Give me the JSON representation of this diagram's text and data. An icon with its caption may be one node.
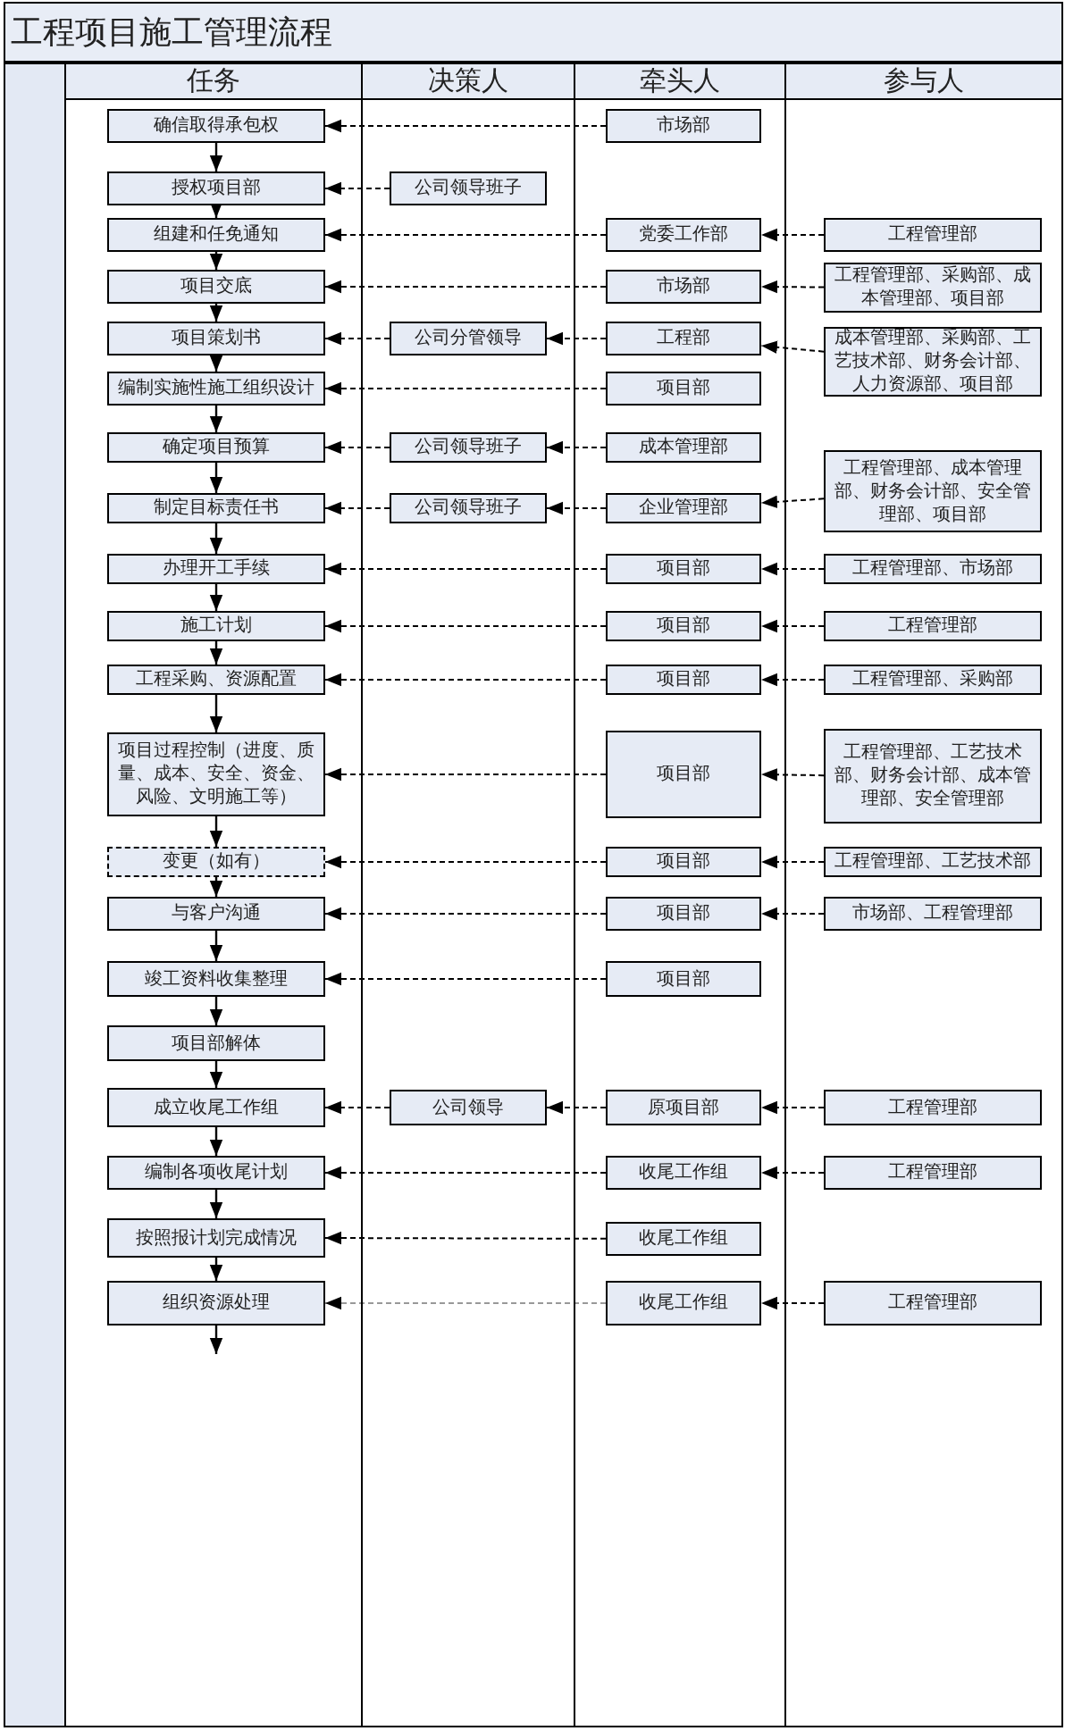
{
  "diagram": {
    "title": "工程项目施工管理流程",
    "nodes": [
      {
        "text": [
          "任务"
        ]
      },
      {
        "text": [
          "决策人"
        ]
      },
      {
        "text": [
          "牵头人"
        ]
      },
      {
        "text": [
          "参与人"
        ]
      },
      {
        "text": [
          "确信取得承包权"
        ],
        "in": 0
      },
      {
        "text": [
          "市场部"
        ],
        "in": 2
      },
      {
        "text": [
          "授权项目部"
        ],
        "in": 0
      },
      {
        "text": [
          "公司领导班子"
        ],
        "in": 1
      },
      {
        "text": [
          "组建和任免通知"
        ],
        "in": 0
      },
      {
        "text": [
          "党委工作部"
        ],
        "in": 2
      },
      {
        "text": [
          "工程管理部"
        ],
        "in": 3
      },
      {
        "text": [
          "项目交底"
        ],
        "in": 0
      },
      {
        "text": [
          "市场部"
        ],
        "in": 2
      },
      {
        "text": [
          "工程管理部、采购部、成本管理部、项目部"
        ],
        "in": 3
      },
      {
        "text": [
          "项目策划书"
        ],
        "in": 0
      },
      {
        "text": [
          "公司分管领导"
        ],
        "in": 1
      },
      {
        "text": [
          "工程部"
        ],
        "in": 2
      },
      {
        "text": [
          "成本管理部、采购部、工艺技术部、财务会计部、人力资源部、项目部"
        ],
        "in": 3
      },
      {
        "text": [
          "编制实施性施工组织设计"
        ],
        "in": 0
      },
      {
        "text": [
          "项目部"
        ],
        "in": 2
      },
      {
        "text": [
          "确定项目预算"
        ],
        "in": 0
      },
      {
        "text": [
          "公司领导班子"
        ],
        "in": 1
      },
      {
        "text": [
          "成本管理部"
        ],
        "in": 2
      },
      {
        "text": [
          "制定目标责任书"
        ],
        "in": 0
      },
      {
        "text": [
          "公司领导班子"
        ],
        "in": 1
      },
      {
        "text": [
          "企业管理部"
        ],
        "in": 2
      },
      {
        "text": [
          "工程管理部、成本管理部、财务会计部、安全管理部、项目部"
        ],
        "in": 3
      },
      {
        "text": [
          "办理开工手续"
        ],
        "in": 0
      },
      {
        "text": [
          "项目部"
        ],
        "in": 2
      },
      {
        "text": [
          "工程管理部、市场部"
        ],
        "in": 3
      },
      {
        "text": [
          "施工计划"
        ],
        "in": 0
      },
      {
        "text": [
          "项目部"
        ],
        "in": 2
      },
      {
        "text": [
          "工程管理部"
        ],
        "in": 3
      },
      {
        "text": [
          "工程采购、资源配置"
        ],
        "in": 0
      },
      {
        "text": [
          "项目部"
        ],
        "in": 2
      },
      {
        "text": [
          "工程管理部、采购部"
        ],
        "in": 3
      },
      {
        "text": [
          "项目过程控制（进度、质量、成本、安全、资金、风险、文明施工等）"
        ],
        "in": 0
      },
      {
        "text": [
          "项目部"
        ],
        "in": 2
      },
      {
        "text": [
          "工程管理部、工艺技术部、财务会计部、成本管理部、安全管理部"
        ],
        "in": 3
      },
      {
        "text": [
          "变更（如有）"
        ],
        "in": 0
      },
      {
        "text": [
          "项目部"
        ],
        "in": 2
      },
      {
        "text": [
          "工程管理部、工艺技术部"
        ],
        "in": 3
      },
      {
        "text": [
          "与客户沟通"
        ],
        "in": 0
      },
      {
        "text": [
          "项目部"
        ],
        "in": 2
      },
      {
        "text": [
          "市场部、工程管理部"
        ],
        "in": 3
      },
      {
        "text": [
          "竣工资料收集整理"
        ],
        "in": 0
      },
      {
        "text": [
          "项目部"
        ],
        "in": 2
      },
      {
        "text": [
          "项目部解体"
        ],
        "in": 0
      },
      {
        "text": [
          "成立收尾工作组"
        ],
        "in": 0
      },
      {
        "text": [
          "公司领导"
        ],
        "in": 1
      },
      {
        "text": [
          "原项目部"
        ],
        "in": 2
      },
      {
        "text": [
          "工程管理部"
        ],
        "in": 3
      },
      {
        "text": [
          "编制各项收尾计划"
        ],
        "in": 0
      },
      {
        "text": [
          "收尾工作组"
        ],
        "in": 2
      },
      {
        "text": [
          "工程管理部"
        ],
        "in": 3
      },
      {
        "text": [
          "按照报计划完成情况"
        ],
        "in": 0
      },
      {
        "text": [
          "收尾工作组"
        ],
        "in": 2
      },
      {
        "text": [
          "组织资源处理"
        ],
        "in": 0
      },
      {
        "text": [
          "收尾工作组"
        ],
        "in": 2
      },
      {
        "text": [
          "工程管理部"
        ],
        "in": 3
      },
      {
        "text": [],
        "shape": "bar"
      }
    ],
    "edges": [
      {
        "from": 4,
        "to": 6,
        "arrow": "to"
      },
      {
        "from": 6,
        "to": 8,
        "arrow": "to"
      },
      {
        "from": 8,
        "to": 11,
        "arrow": "to"
      },
      {
        "from": 11,
        "to": 14,
        "arrow": "to"
      },
      {
        "from": 14,
        "to": 18,
        "arrow": "to"
      },
      {
        "from": 18,
        "to": 20,
        "arrow": "to"
      },
      {
        "from": 20,
        "to": 23,
        "arrow": "to"
      },
      {
        "from": 23,
        "to": 27,
        "arrow": "to"
      },
      {
        "from": 27,
        "to": 30,
        "arrow": "to"
      },
      {
        "from": 30,
        "to": 33,
        "arrow": "to"
      },
      {
        "from": 33,
        "to": 36,
        "arrow": "to"
      },
      {
        "from": 36,
        "to": 39,
        "arrow": "to"
      },
      {
        "from": 39,
        "to": 42,
        "arrow": "to"
      },
      {
        "from": 42,
        "to": 45,
        "arrow": "to"
      },
      {
        "from": 45,
        "to": 47,
        "arrow": "to"
      },
      {
        "from": 47,
        "to": 48,
        "arrow": "to"
      },
      {
        "from": 48,
        "to": 52,
        "arrow": "to"
      },
      {
        "from": 52,
        "to": 55,
        "arrow": "to"
      },
      {
        "from": 55,
        "to": 57,
        "arrow": "to"
      },
      {
        "from": 57,
        "to": null,
        "arrow": "to"
      },
      {
        "from": 5,
        "to": 4,
        "arrow": "to",
        "style": "dashed"
      },
      {
        "from": 7,
        "to": 6,
        "arrow": "to",
        "style": "dashed"
      },
      {
        "from": 9,
        "to": 8,
        "arrow": "to",
        "style": "dashed"
      },
      {
        "from": 10,
        "to": 9,
        "arrow": "to",
        "style": "dashed"
      },
      {
        "from": 12,
        "to": 11,
        "arrow": "to",
        "style": "dashed"
      },
      {
        "from": 13,
        "to": 12,
        "arrow": "to",
        "style": "dashed"
      },
      {
        "from": 16,
        "to": 15,
        "arrow": "to",
        "style": "dashed"
      },
      {
        "from": 15,
        "to": 14,
        "arrow": "to",
        "style": "dashed"
      },
      {
        "from": 17,
        "to": 16,
        "arrow": "to",
        "style": "dashed"
      },
      {
        "from": 19,
        "to": 18,
        "arrow": "to",
        "style": "dashed"
      },
      {
        "from": 22,
        "to": 21,
        "arrow": "to",
        "style": "dashed"
      },
      {
        "from": 21,
        "to": 20,
        "arrow": "to",
        "style": "dashed"
      },
      {
        "from": 25,
        "to": 24,
        "arrow": "to",
        "style": "dashed"
      },
      {
        "from": 24,
        "to": 23,
        "arrow": "to",
        "style": "dashed"
      },
      {
        "from": 26,
        "to": 25,
        "arrow": "to",
        "style": "dashed"
      },
      {
        "from": 28,
        "to": 27,
        "arrow": "to",
        "style": "dashed"
      },
      {
        "from": 29,
        "to": 28,
        "arrow": "to",
        "style": "dashed"
      },
      {
        "from": 31,
        "to": 30,
        "arrow": "to",
        "style": "dashed"
      },
      {
        "from": 32,
        "to": 31,
        "arrow": "to",
        "style": "dashed"
      },
      {
        "from": 34,
        "to": 33,
        "arrow": "to",
        "style": "dashed"
      },
      {
        "from": 35,
        "to": 34,
        "arrow": "to",
        "style": "dashed"
      },
      {
        "from": 37,
        "to": 36,
        "arrow": "to",
        "style": "dashed"
      },
      {
        "from": 38,
        "to": 37,
        "arrow": "to",
        "style": "dashed"
      },
      {
        "from": 40,
        "to": 39,
        "arrow": "to",
        "style": "dashed"
      },
      {
        "from": 41,
        "to": 40,
        "arrow": "to",
        "style": "dashed"
      },
      {
        "from": 43,
        "to": 42,
        "arrow": "to",
        "style": "dashed"
      },
      {
        "from": 44,
        "to": 43,
        "arrow": "to",
        "style": "dashed"
      },
      {
        "from": 46,
        "to": 45,
        "arrow": "to",
        "style": "dashed"
      },
      {
        "from": 50,
        "to": 49,
        "arrow": "to",
        "style": "dashed"
      },
      {
        "from": 49,
        "to": 48,
        "arrow": "to",
        "style": "dashed"
      },
      {
        "from": 51,
        "to": 50,
        "arrow": "to",
        "style": "dashed"
      },
      {
        "from": 53,
        "to": 52,
        "arrow": "to",
        "style": "dashed"
      },
      {
        "from": 54,
        "to": 53,
        "arrow": "to",
        "style": "dashed"
      },
      {
        "from": 56,
        "to": 55,
        "arrow": "to",
        "style": "dashed"
      },
      {
        "from": 58,
        "to": 57,
        "arrow": "to",
        "style": "dashed",
        "color": "#999999"
      },
      {
        "from": 59,
        "to": 58,
        "arrow": "to",
        "style": "dashed"
      }
    ]
  }
}
